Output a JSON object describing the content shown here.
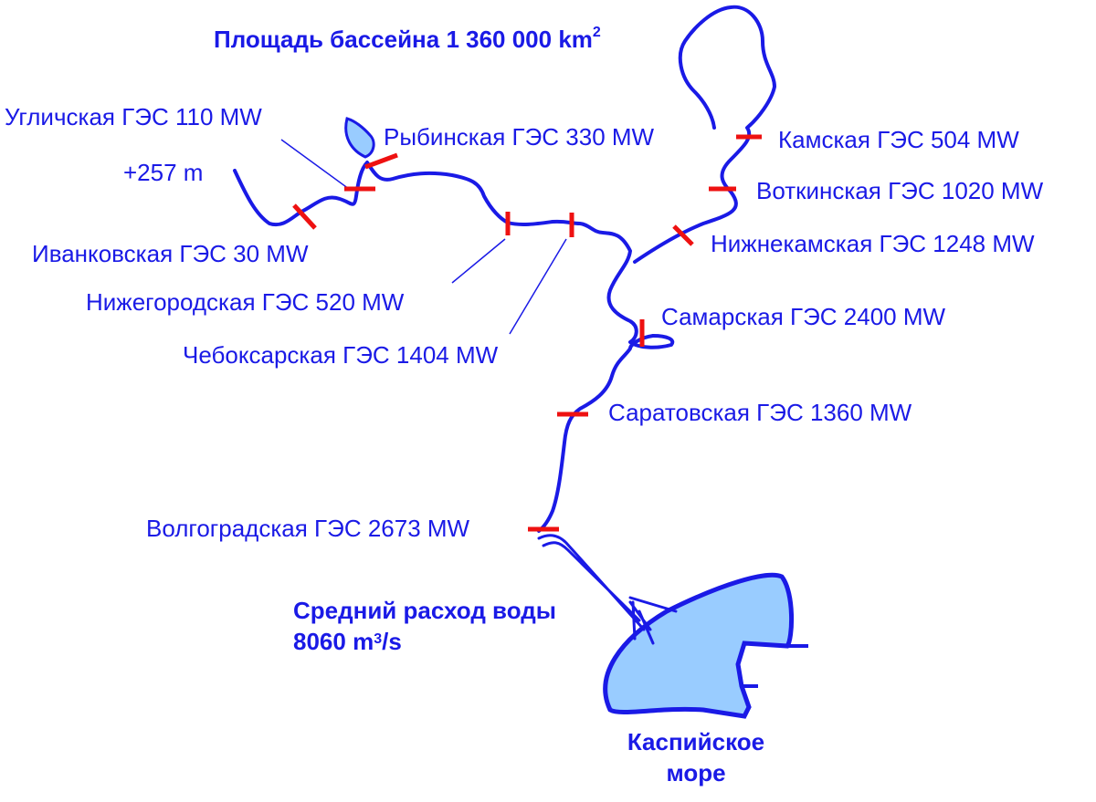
{
  "colors": {
    "river": "#1a1ae6",
    "dam": "#ee1111",
    "water": "#99ccff",
    "text": "#1a1ae6"
  },
  "basin": {
    "label": "Площадь бассейна 1 360 000 km",
    "sup": "2"
  },
  "source_elevation": "+257 m",
  "dams": {
    "uglich": "Угличская ГЭС 110 MW",
    "rybinsk": "Рыбинская ГЭС 330 MW",
    "ivankovo": "Иванковская ГЭС 30 MW",
    "nizhny": "Нижегородская ГЭС 520 MW",
    "cheboksary": "Чебоксарская ГЭС 1404 MW",
    "kama": "Камская ГЭС 504 MW",
    "votkinsk": "Воткинская ГЭС 1020 MW",
    "nizhnekamsk": "Нижнекамская ГЭС 1248 MW",
    "samara": "Самарская ГЭС 2400 MW",
    "saratov": "Саратовская ГЭС 1360 MW",
    "volgograd": "Волгоградская ГЭС 2673 MW"
  },
  "discharge": {
    "line1": "Средний расход воды",
    "line2_value": "8060 m",
    "line2_sup": "3",
    "line2_unit": "/s"
  },
  "sea": {
    "line1": "Каспийское",
    "line2": "море"
  }
}
